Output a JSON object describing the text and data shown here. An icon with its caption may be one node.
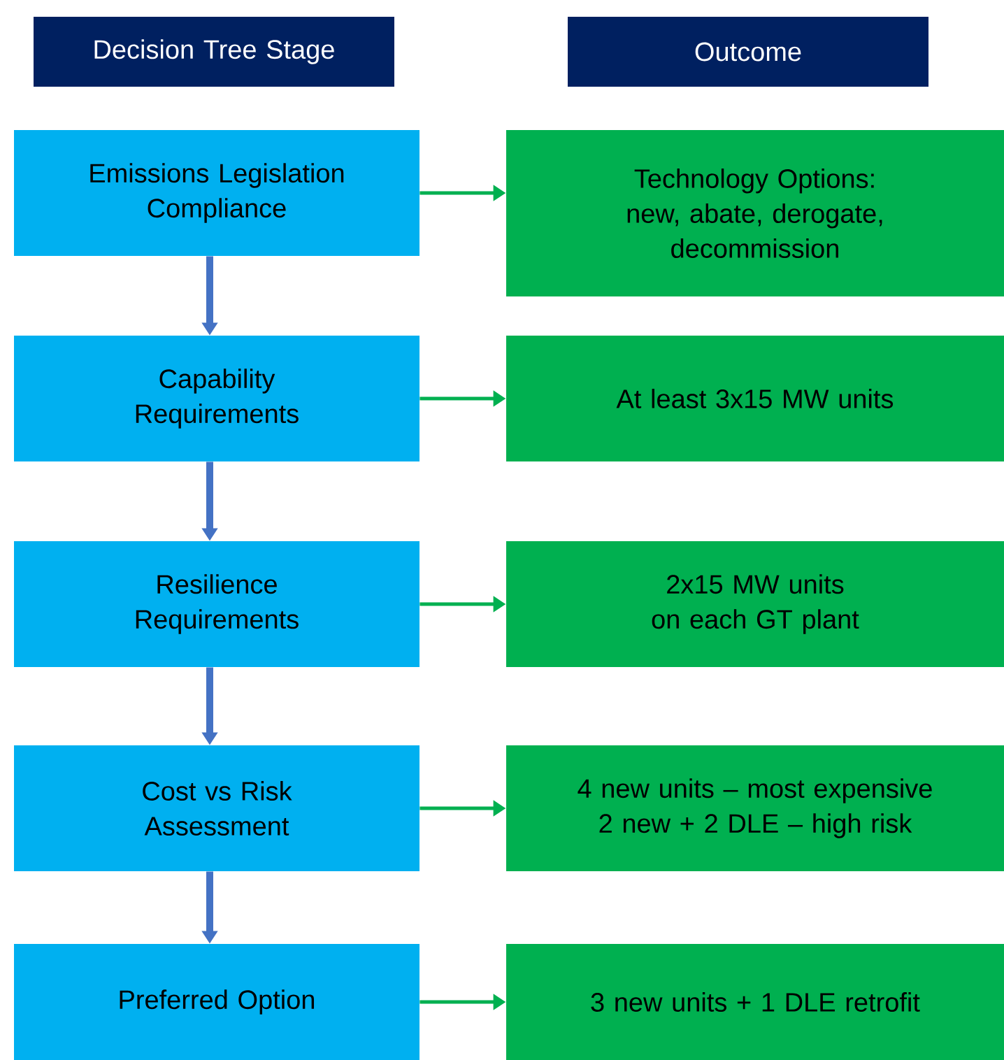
{
  "diagram": {
    "nodes": [
      {
        "text": [
          "Decision Tree Stage"
        ]
      },
      {
        "text": [
          "Outcome"
        ]
      },
      {
        "text": [
          "Emissions Legislation Compliance"
        ]
      },
      {
        "text": [
          "Technology Options: new, abate, derogate, decommission"
        ]
      },
      {
        "text": [
          "Capability Requirements"
        ]
      },
      {
        "text": [
          "At least 3x15 MW units"
        ]
      },
      {
        "text": [
          "Resilience Requirements"
        ]
      },
      {
        "text": [
          "2x15 MW units on each GT plant"
        ]
      },
      {
        "text": [
          "Cost vs Risk Assessment"
        ]
      },
      {
        "text": [
          "4 new units – most expensive",
          "2 new + 2 DLE – high risk"
        ]
      },
      {
        "text": [
          "Preferred Option"
        ]
      },
      {
        "text": [
          "3 new units + 1 DLE retrofit"
        ]
      }
    ],
    "edges": [
      {
        "from": 2,
        "to": 3,
        "arrow": "to"
      },
      {
        "from": 2,
        "to": 4,
        "arrow": "to",
        "style": "thick",
        "color": "#4472c4"
      },
      {
        "from": 4,
        "to": 5,
        "arrow": "to"
      },
      {
        "from": 4,
        "to": 6,
        "arrow": "to",
        "style": "thick",
        "color": "#4472c4"
      },
      {
        "from": 6,
        "to": 7,
        "arrow": "to"
      },
      {
        "from": 6,
        "to": 8,
        "arrow": "to",
        "style": "thick",
        "color": "#4472c4"
      },
      {
        "from": 8,
        "to": 9,
        "arrow": "to"
      },
      {
        "from": 8,
        "to": 10,
        "arrow": "to",
        "style": "thick",
        "color": "#4472c4"
      },
      {
        "from": 10,
        "to": 11,
        "arrow": "to"
      }
    ]
  }
}
